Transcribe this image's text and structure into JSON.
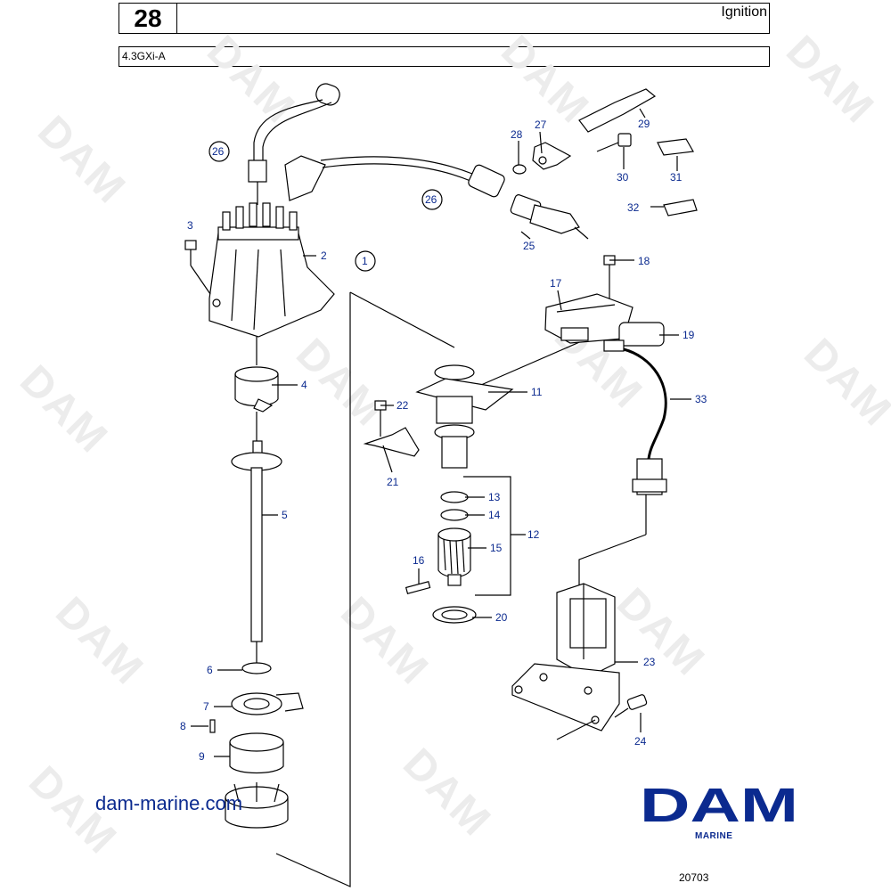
{
  "header": {
    "page_number": "28",
    "section_title": "Ignition",
    "model": "4.3GXi-A"
  },
  "watermark": "DAM",
  "callouts": [
    "1",
    "2",
    "3",
    "4",
    "5",
    "6",
    "7",
    "8",
    "9",
    "11",
    "12",
    "13",
    "14",
    "15",
    "16",
    "17",
    "18",
    "19",
    "20",
    "21",
    "22",
    "23",
    "24",
    "25",
    "26",
    "26",
    "27",
    "28",
    "29",
    "30",
    "31",
    "32",
    "33"
  ],
  "footer": {
    "website": "dam-marine.com",
    "logo_text": "DAM",
    "logo_subtext": "MARINE",
    "figure_number": "20703"
  },
  "colors": {
    "callout": "#0b2a8f",
    "brand": "#0b2a8f",
    "line": "#000000"
  }
}
